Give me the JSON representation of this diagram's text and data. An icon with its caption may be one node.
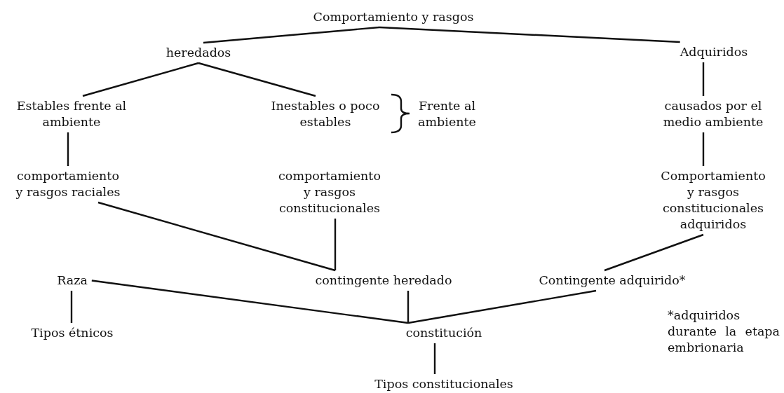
{
  "diagram": {
    "nodes": [
      {
        "text": [
          "Comportamiento y rasgos"
        ]
      },
      {
        "text": [
          "heredados"
        ]
      },
      {
        "text": [
          "Adquiridos"
        ]
      },
      {
        "text": [
          "Estables frente al ambiente"
        ]
      },
      {
        "text": [
          "Inestables o poco estables"
        ]
      },
      {
        "text": [
          "causados por el medio ambiente"
        ]
      },
      {
        "text": [
          "comportamiento y rasgos raciales"
        ]
      },
      {
        "text": [
          "comportamiento y rasgos constitucionales"
        ]
      },
      {
        "text": [
          "Comportamiento y rasgos constitucionales adquiridos"
        ]
      },
      {
        "text": [
          "Raza"
        ]
      },
      {
        "text": [
          "contingente heredado"
        ]
      },
      {
        "text": [
          "Contingente adquirido*"
        ]
      },
      {
        "text": [
          "Tipos étnicos"
        ]
      },
      {
        "text": [
          "constitución"
        ]
      },
      {
        "text": [
          "Tipos constitucionales"
        ]
      }
    ],
    "edges": [
      {
        "from": 0,
        "to": 1,
        "arrow": "none"
      },
      {
        "from": 0,
        "to": 2,
        "arrow": "none"
      },
      {
        "from": 1,
        "to": 3,
        "arrow": "none"
      },
      {
        "from": 1,
        "to": 4,
        "arrow": "none"
      },
      {
        "from": 2,
        "to": 5,
        "arrow": "none"
      },
      {
        "from": 3,
        "to": 6,
        "arrow": "none"
      },
      {
        "from": 5,
        "to": 8,
        "arrow": "none"
      },
      {
        "from": 6,
        "to": 10,
        "arrow": "none"
      },
      {
        "from": 7,
        "to": 10,
        "arrow": "none"
      },
      {
        "from": 8,
        "to": 11,
        "arrow": "none"
      },
      {
        "from": 9,
        "to": 13,
        "arrow": "none"
      },
      {
        "from": 10,
        "to": 13,
        "arrow": "none"
      },
      {
        "from": 11,
        "to": 13,
        "arrow": "none"
      },
      {
        "from": 9,
        "to": 12,
        "arrow": "none"
      },
      {
        "from": 13,
        "to": 14,
        "arrow": "none"
      }
    ],
    "labels": [
      "Frente al ambiente",
      "*adquiridos durante la etapa embrionaria"
    ]
  }
}
